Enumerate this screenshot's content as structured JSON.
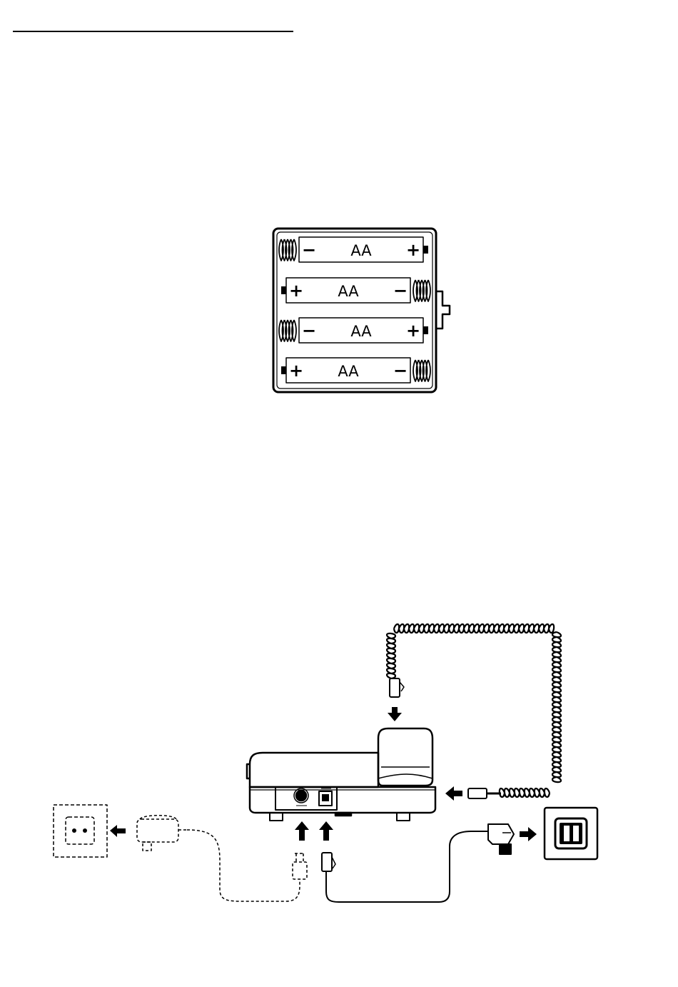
{
  "colors": {
    "ink": "#000000",
    "paper": "#ffffff"
  },
  "battery_pack": {
    "cells": [
      {
        "label": "AA",
        "left_sign": "−",
        "right_sign": "+"
      },
      {
        "label": "AA",
        "left_sign": "+",
        "right_sign": "−"
      },
      {
        "label": "AA",
        "left_sign": "−",
        "right_sign": "+"
      },
      {
        "label": "AA",
        "left_sign": "+",
        "right_sign": "−"
      }
    ]
  },
  "icons": {
    "separator": "header-rule",
    "battery_holder": "battery-holder-icon",
    "wall_power_socket": "wall-power-socket-icon",
    "power_adapter": "power-adapter-icon",
    "telephone_base": "telephone-base-icon",
    "coiled_cord": "coiled-handset-cord-icon",
    "phone_wall_jack": "phone-wall-jack-icon",
    "line_cord": "telephone-line-cord-icon",
    "arrows": "connection-arrow-icon"
  }
}
